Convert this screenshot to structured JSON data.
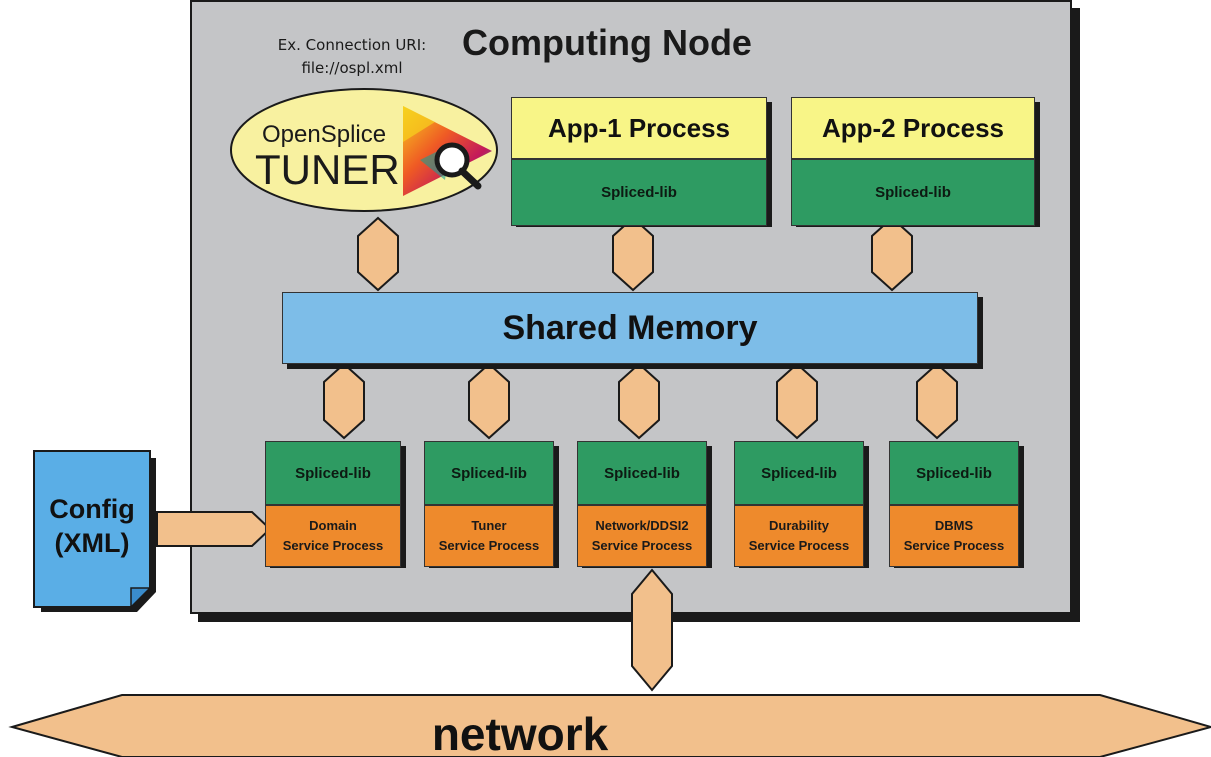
{
  "node": {
    "title": "Computing Node"
  },
  "tuner": {
    "uri_label": "Ex. Connection URI:",
    "uri_value": "file://ospl.xml",
    "logo_top": "OpenSplice",
    "logo_bottom": "TUNER"
  },
  "apps": [
    {
      "name": "App-1 Process",
      "lib": "Spliced-lib"
    },
    {
      "name": "App-2 Process",
      "lib": "Spliced-lib"
    }
  ],
  "shared_memory": "Shared Memory",
  "services": [
    {
      "lib": "Spliced-lib",
      "line1": "Domain",
      "line2": "Service Process"
    },
    {
      "lib": "Spliced-lib",
      "line1": "Tuner",
      "line2": "Service Process"
    },
    {
      "lib": "Spliced-lib",
      "line1": "Network/DDSI2",
      "line2": "Service Process"
    },
    {
      "lib": "Spliced-lib",
      "line1": "Durability",
      "line2": "Service Process"
    },
    {
      "lib": "Spliced-lib",
      "line1": "DBMS",
      "line2": "Service Process"
    }
  ],
  "config": {
    "line1": "Config",
    "line2": "(XML)"
  },
  "network": "network",
  "colors": {
    "node_bg": "#c4c5c7",
    "app_header": "#f8f587",
    "lib_green": "#2e9b62",
    "service_orange": "#ee8a2c",
    "shared_memory": "#7dbde8",
    "connector": "#f2c08c",
    "config_doc": "#5aaee6",
    "tuner_ellipse": "#f8f1a0"
  }
}
